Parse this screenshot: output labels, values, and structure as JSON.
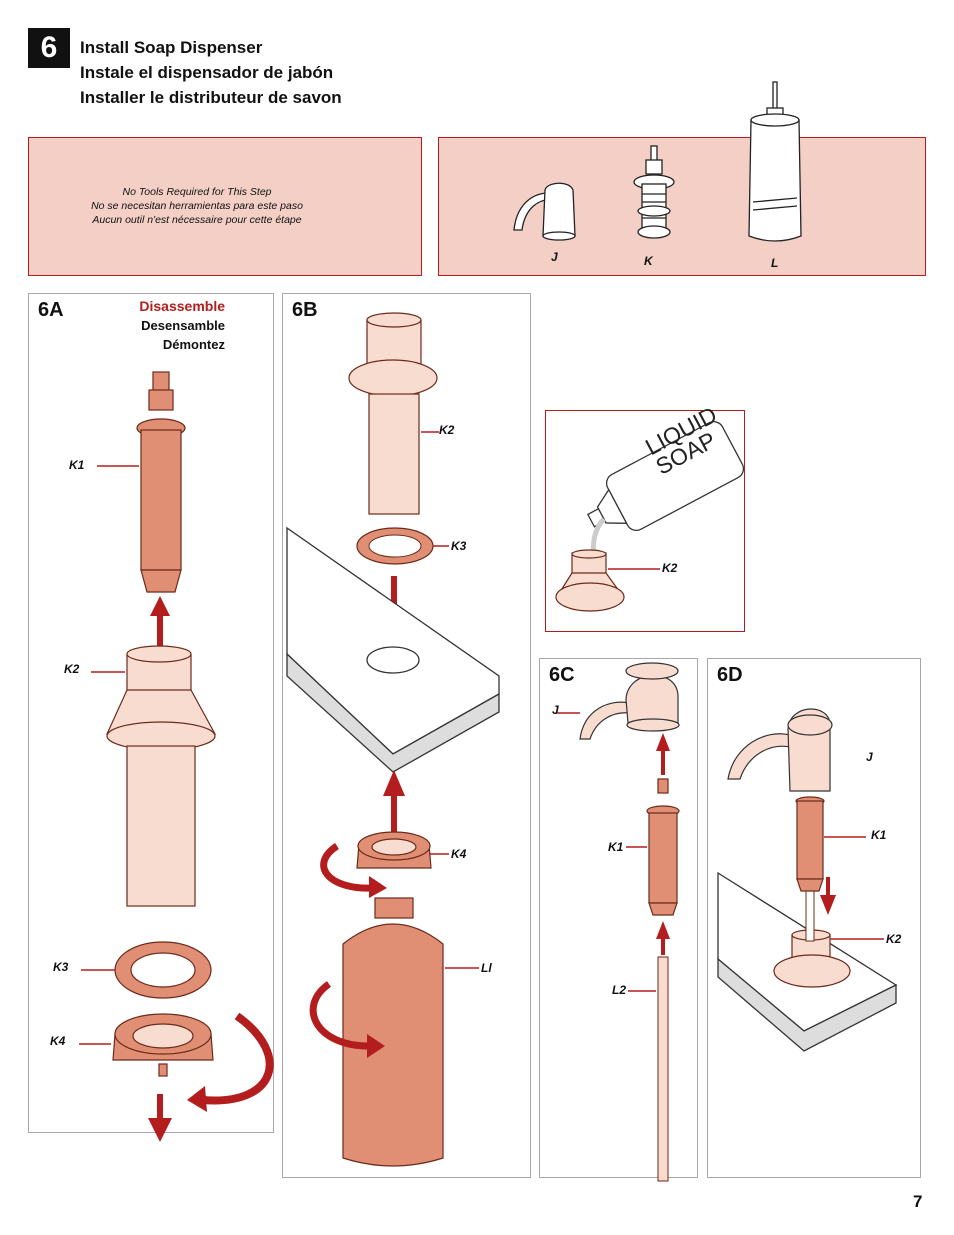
{
  "header": {
    "step_number": "6",
    "title_en": "Install Soap Dispenser",
    "title_es": "Instale el dispensador de jabón",
    "title_fr": "Installer le distributeur de savon"
  },
  "tools": {
    "line_en": "No Tools Required for This Step",
    "line_es": "No se necesitan herramientas para este paso",
    "line_fr": "Aucun outil n'est nécessaire pour cette étape"
  },
  "parts": {
    "j": "J",
    "k": "K",
    "l": "L"
  },
  "panel_6a": {
    "title": "6A",
    "action_en": "Disassemble",
    "action_es": "Desensamble",
    "action_fr": "Démontez",
    "labels": {
      "k1": "K1",
      "k2": "K2",
      "k3": "K3",
      "k4": "K4"
    }
  },
  "panel_6b": {
    "title": "6B",
    "labels": {
      "k2": "K2",
      "k3": "K3",
      "k4": "K4",
      "l1": "Ll"
    }
  },
  "liquid_soap": {
    "bottle_text_1": "LIQUID",
    "bottle_text_2": "SOAP",
    "label_k2": "K2"
  },
  "panel_6c": {
    "title": "6C",
    "labels": {
      "j": "J",
      "k1": "K1",
      "l2": "L2"
    }
  },
  "panel_6d": {
    "title": "6D",
    "labels": {
      "j": "J",
      "k1": "K1",
      "k2": "K2"
    }
  },
  "page_number": "7",
  "colors": {
    "accent_red": "#b31d1d",
    "box_fill": "#f3cfc5",
    "part_copper": "#e08f74",
    "part_light": "#f8dccf"
  }
}
